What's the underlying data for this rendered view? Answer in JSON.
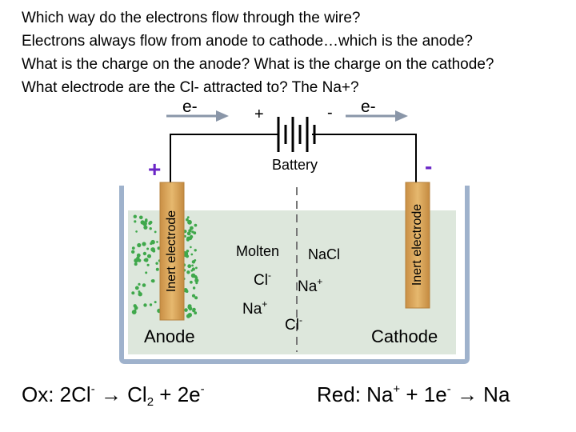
{
  "questions": [
    "Which way do the electrons flow through the wire?",
    "Electrons always flow from anode to cathode…which is the anode?",
    "What is the charge on the anode? What is the charge on the cathode?",
    "What electrode are the Cl- attracted to?  The Na+?"
  ],
  "electron_labels": {
    "left": "e-",
    "right": "e-"
  },
  "battery": {
    "label": "Battery",
    "plus": "+",
    "minus": "-"
  },
  "electrodes": {
    "left": {
      "label": "Inert electrode",
      "charge": "+",
      "name": "Anode"
    },
    "right": {
      "label": "Inert electrode",
      "charge": "-",
      "name": "Cathode"
    }
  },
  "solution": {
    "word1": "Molten",
    "word2": "NaCl"
  },
  "ions": [
    {
      "symbol": "Cl",
      "charge": "-"
    },
    {
      "symbol": "Na",
      "charge": "+"
    },
    {
      "symbol": "Na",
      "charge": "+"
    },
    {
      "symbol": "Cl",
      "charge": "-"
    }
  ],
  "oxidation": {
    "prefix": "Ox:  2Cl",
    "sup1": "-",
    "arrow": "→",
    "product": "Cl",
    "sub": "2",
    "rest": " + 2e",
    "sup2": "-"
  },
  "reduction": {
    "prefix": "Red:  Na",
    "sup1": "+",
    "mid": " + 1e",
    "sup2": "-",
    "arrow": "→",
    "product": " Na"
  },
  "colors": {
    "wire": "#000000",
    "electrode": "#d9a55a",
    "solution": "#dde7dc",
    "bubbles": "#3fa84b",
    "plus": "#6a25c6",
    "minus": "#6a25c6",
    "beaker": "#9fb2cc",
    "arrow": "#8a96a8",
    "ion_text": "#222222"
  }
}
